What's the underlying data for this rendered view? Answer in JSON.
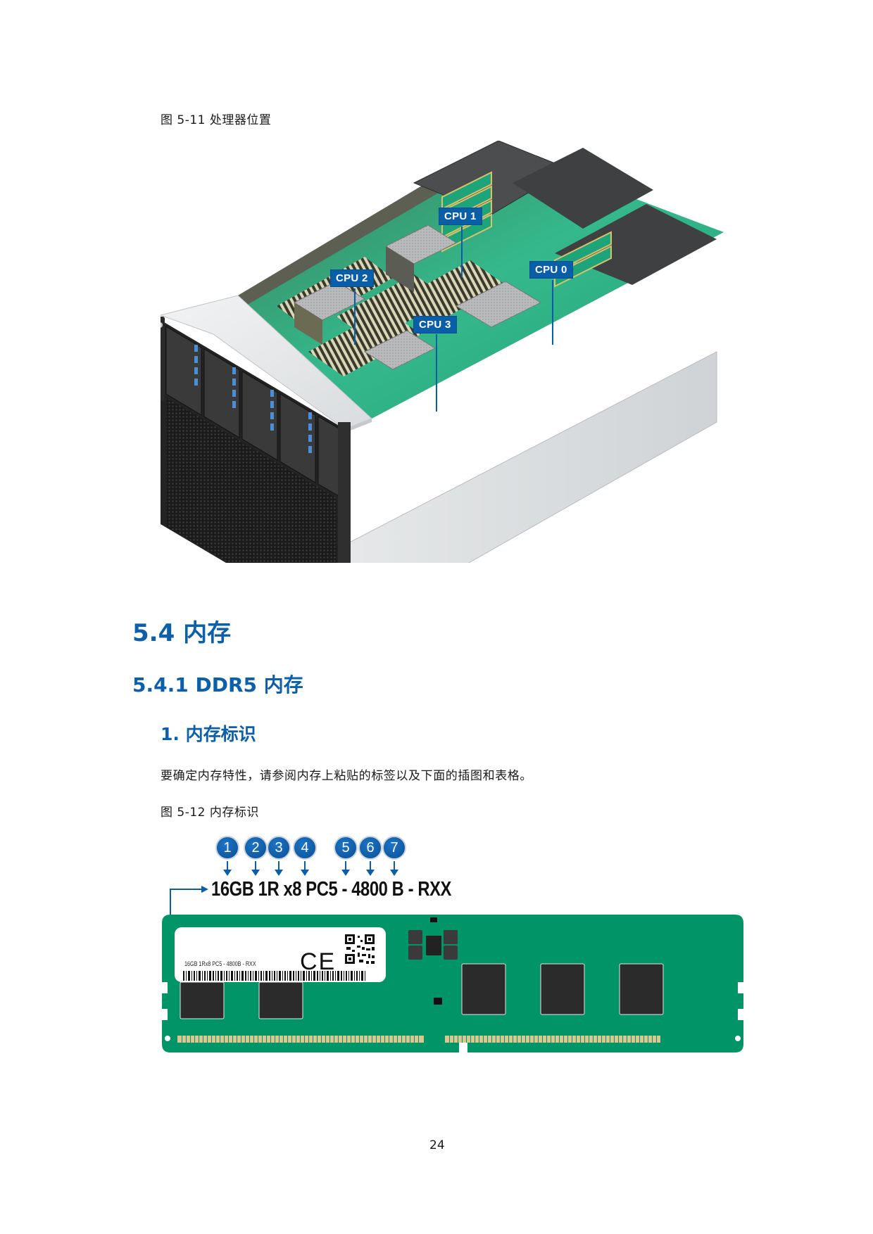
{
  "figure_5_11": {
    "caption": "图 5-11  处理器位置",
    "cpu_labels": [
      {
        "id": "cpu1",
        "label": "CPU 1"
      },
      {
        "id": "cpu2",
        "label": "CPU 2"
      },
      {
        "id": "cpu0",
        "label": "CPU 0"
      },
      {
        "id": "cpu3",
        "label": "CPU 3"
      }
    ],
    "colors": {
      "label_bg": "#0a5ea8",
      "board_green": "#2fb58a",
      "chassis": "#dfe2e4"
    }
  },
  "section": {
    "h2": "5.4  内存",
    "h3": "5.4.1  DDR5 内存",
    "h4": "1. 内存标识",
    "paragraph": "要确定内存特性，请参阅内存上粘贴的标签以及下面的插图和表格。"
  },
  "figure_5_12": {
    "caption": "图 5-12  内存标识",
    "callouts": [
      "1",
      "2",
      "3",
      "4",
      "5",
      "6",
      "7"
    ],
    "label_string": "16GB 1R x8 PC5 - 4800 B - RXX",
    "sticker_text": "16GB 1Rx8 PC5 - 4800B - RXX",
    "ce_mark": "CE",
    "colors": {
      "pcb": "#009467",
      "callout": "#0a5ea8",
      "chip": "#2b2b2b"
    }
  },
  "footer": {
    "page_number": "24"
  }
}
